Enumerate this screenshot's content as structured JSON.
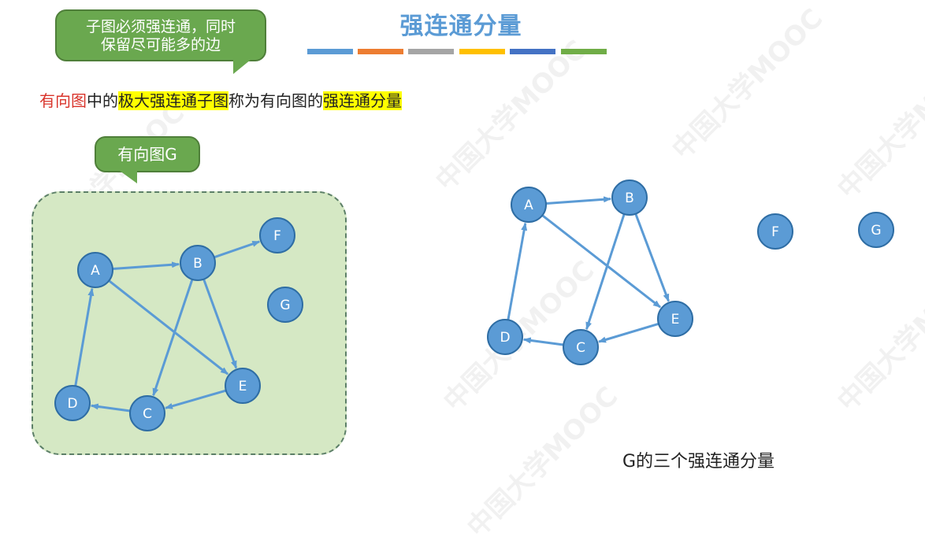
{
  "title": "强连通分量",
  "color_bar": [
    "#5b9bd5",
    "#ed7d31",
    "#a5a5a5",
    "#ffc000",
    "#4472c4",
    "#70ad47"
  ],
  "callout_top": {
    "line1": "子图必须强连通，同时",
    "line2": "保留尽可能多的边"
  },
  "definition": {
    "part1": "有向图",
    "part2": "中的",
    "part3": "极大强连通子图",
    "part4": "称为有向图的",
    "part5": "强连通分量"
  },
  "callout_graph": "有向图G",
  "caption": "G的三个强连通分量",
  "watermark": "中国大学MOOC",
  "graph_left": {
    "nodes": [
      {
        "id": "A",
        "label": "A"
      },
      {
        "id": "B",
        "label": "B"
      },
      {
        "id": "C",
        "label": "C"
      },
      {
        "id": "D",
        "label": "D"
      },
      {
        "id": "E",
        "label": "E"
      },
      {
        "id": "F",
        "label": "F"
      },
      {
        "id": "G",
        "label": "G"
      }
    ],
    "edges": [
      [
        "A",
        "B"
      ],
      [
        "B",
        "F"
      ],
      [
        "B",
        "C"
      ],
      [
        "B",
        "E"
      ],
      [
        "A",
        "E"
      ],
      [
        "E",
        "C"
      ],
      [
        "C",
        "D"
      ],
      [
        "D",
        "A"
      ]
    ]
  },
  "graph_right": {
    "nodes": [
      {
        "id": "A",
        "label": "A"
      },
      {
        "id": "B",
        "label": "B"
      },
      {
        "id": "C",
        "label": "C"
      },
      {
        "id": "D",
        "label": "D"
      },
      {
        "id": "E",
        "label": "E"
      },
      {
        "id": "F",
        "label": "F"
      },
      {
        "id": "G",
        "label": "G"
      }
    ],
    "edges": [
      [
        "A",
        "B"
      ],
      [
        "B",
        "C"
      ],
      [
        "B",
        "E"
      ],
      [
        "A",
        "E"
      ],
      [
        "E",
        "C"
      ],
      [
        "C",
        "D"
      ],
      [
        "D",
        "A"
      ]
    ]
  }
}
